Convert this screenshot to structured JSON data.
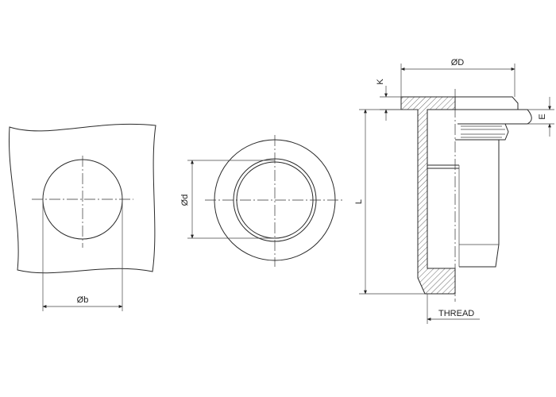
{
  "labels": {
    "hole_diameter": "Øb",
    "inner_diameter": "Ød",
    "head_diameter": "ØD",
    "head_height": "K",
    "grip_range": "E",
    "length": "L",
    "thread": "THREAD"
  },
  "colors": {
    "line": "#2a2a2a",
    "background": "#ffffff"
  }
}
